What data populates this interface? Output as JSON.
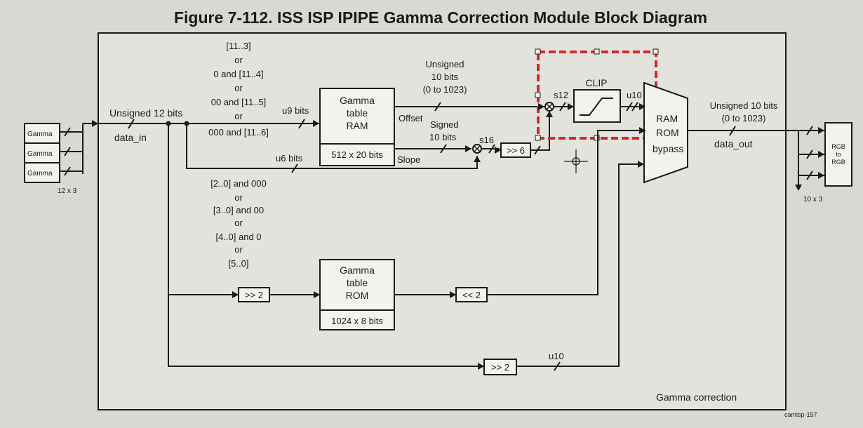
{
  "figure_title": "Figure 7-112. ISS ISP IPIPE Gamma Correction Module Block Diagram",
  "input_tables": [
    "Gamma",
    "Gamma",
    "Gamma"
  ],
  "input_count": "12 x 3",
  "output_count": "10 x 3",
  "output_box": [
    "RGB",
    "to",
    "RGB"
  ],
  "data_in_type": "Unsigned 12 bits",
  "data_in": "data_in",
  "bit_select_ram": [
    "[11..3]",
    "or",
    "0 and [11..4]",
    "or",
    "00 and [11..5]",
    "or",
    "000 and [11..6]"
  ],
  "bit_select_low": [
    "[2..0] and 000",
    "or",
    "[3..0] and  00",
    "or",
    "[4..0] and  0",
    "or",
    "[5..0]"
  ],
  "u9_bits": "u9 bits",
  "u6_bits": "u6 bits",
  "ram_block": {
    "lines": [
      "Gamma",
      "table",
      "RAM"
    ],
    "size": "512 x 20 bits"
  },
  "rom_block": {
    "lines": [
      "Gamma",
      "table",
      "ROM"
    ],
    "size": "1024 x 8 bits"
  },
  "offset_label": "Offset",
  "slope_label": "Slope",
  "unsigned_offset": [
    "Unsigned",
    "10 bits",
    "(0 to 1023)"
  ],
  "signed_slope": [
    "Signed",
    "10 bits"
  ],
  "s16": "s16",
  "s12": "s12",
  "u10_clip": "u10",
  "clip_label": "CLIP",
  "shift_right_6": ">> 6",
  "shift_right_2_rom": ">> 2",
  "shift_left_2": "<< 2",
  "shift_right_2_bypass": ">> 2",
  "u10_bypass": "u10",
  "mux_inputs": [
    "RAM",
    "ROM",
    "bypass"
  ],
  "data_out_type": [
    "Unsigned 10 bits",
    "(0 to 1023)"
  ],
  "data_out": "data_out",
  "module_label": "Gamma correction",
  "figure_id": "camisp-157",
  "highlight_color": "#d62828"
}
